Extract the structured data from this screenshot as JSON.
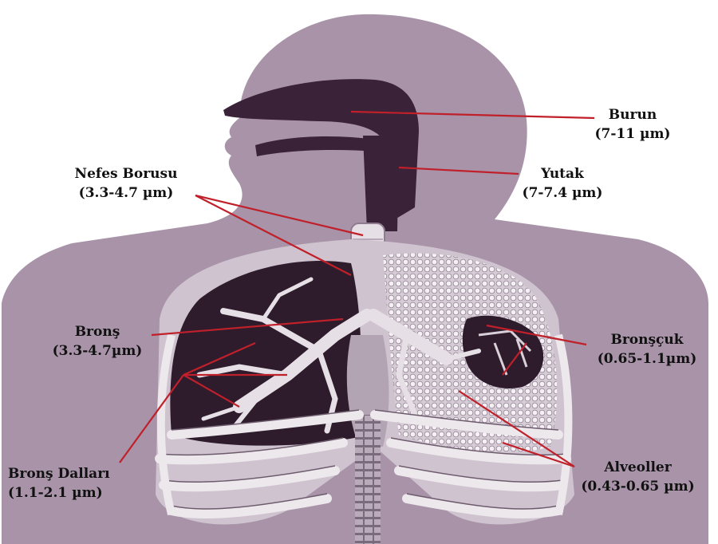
{
  "labels": {
    "burun": {
      "name": "Burun",
      "size": "(7-11 µm)"
    },
    "yutak": {
      "name": "Yutak",
      "size": "(7-7.4 µm)"
    },
    "nefes_borusu": {
      "name": "Nefes Borusu",
      "size": "(3.3-4.7 µm)"
    },
    "brons": {
      "name": "Bronş",
      "size": "(3.3-4.7µm)"
    },
    "bronscuk": {
      "name": "Bronşçuk",
      "size": "(0.65-1.1µm)"
    },
    "brons_dallari": {
      "name": "Bronş Dalları",
      "size": "(1.1-2.1 µm)"
    },
    "alveoller": {
      "name": "Alveoller",
      "size": "(0.43-0.65 µm)"
    }
  },
  "colors": {
    "body_silhouette": "#a893a8",
    "airway_dark": "#3a2238",
    "lung_dark": "#2e1c2d",
    "lung_light": "#d9d0d9",
    "rib": "#ece8ec",
    "pointer_line": "#c0202a"
  }
}
